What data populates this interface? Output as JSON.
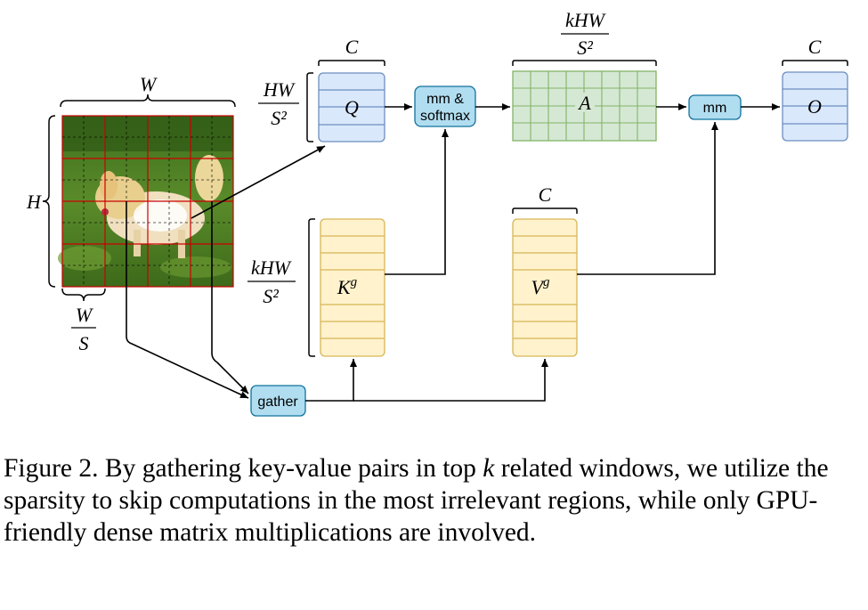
{
  "diagram": {
    "image_dims": {
      "width": "W",
      "height": "H",
      "window_w": "W",
      "window_s": "S"
    },
    "labels": {
      "q_channels": "C",
      "q_rows_num": "HW",
      "q_rows_den": "S²",
      "a_cols_num": "kHW",
      "a_cols_den": "S²",
      "o_channels": "C",
      "kv_rows_num": "kHW",
      "kv_rows_den": "S²",
      "v_channels": "C"
    },
    "matrices": {
      "q": "Q",
      "a": "A",
      "o": "O",
      "k": "K",
      "k_sup": "g",
      "v": "V",
      "v_sup": "g"
    },
    "ops": {
      "mm_softmax_line1": "mm &",
      "mm_softmax_line2": "softmax",
      "mm": "mm",
      "gather": "gather"
    },
    "colors": {
      "q_fill": "#dae8fc",
      "q_stroke": "#6c8ebf",
      "a_fill": "#d5e8d4",
      "a_stroke": "#82b366",
      "kv_fill": "#fff2cc",
      "kv_stroke": "#d6b656",
      "op_fill": "#b1ddf0",
      "op_stroke": "#10739e",
      "grid_red": "#cc0000"
    }
  },
  "caption": {
    "prefix": "Figure 2.",
    "text_before_k": "By gathering key-value pairs in top",
    "k": "k",
    "text_after_k": "related windows, we utilize the sparsity to skip computations in the most irrelevant regions, while only GPU-friendly dense matrix multiplications are involved."
  }
}
